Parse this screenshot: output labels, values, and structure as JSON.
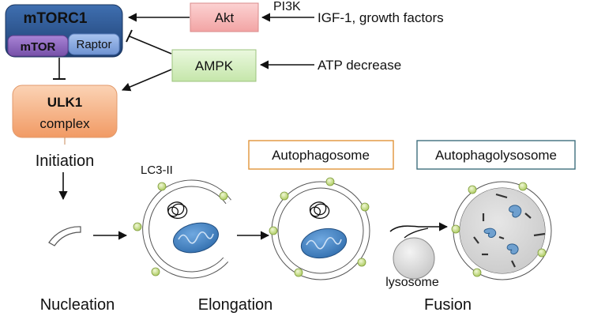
{
  "mtorc1": {
    "title": "mTORC1",
    "mtor": "mTOR",
    "raptor": "Raptor"
  },
  "ulk1": {
    "line1": "ULK1",
    "line2": "complex"
  },
  "akt": {
    "label": "Akt",
    "upstream": "PI3K",
    "input": "IGF-1, growth factors"
  },
  "ampk": {
    "label": "AMPK",
    "input": "ATP decrease"
  },
  "stages": {
    "initiation": "Initiation",
    "nucleation": "Nucleation",
    "elongation": "Elongation",
    "fusion": "Fusion"
  },
  "labels": {
    "lc3": "LC3-II",
    "autophagosome": "Autophagosome",
    "autophagolysosome": "Autophagolysosome",
    "lysosome": "lysosome"
  },
  "colors": {
    "mtorc1_fill": "#27508a",
    "mtor_fill": "#8a62b8",
    "raptor_fill": "#7ea2dd",
    "ulk1_fill": "#f6b48a",
    "akt_fill": "#f7b8b8",
    "ampk_fill": "#d6efc3",
    "autophagosome_border": "#e0953a",
    "autophagolysosome_border": "#3e6e7e",
    "dot_fill": "#c7e08a",
    "mito_fill": "#3f7fc0"
  }
}
